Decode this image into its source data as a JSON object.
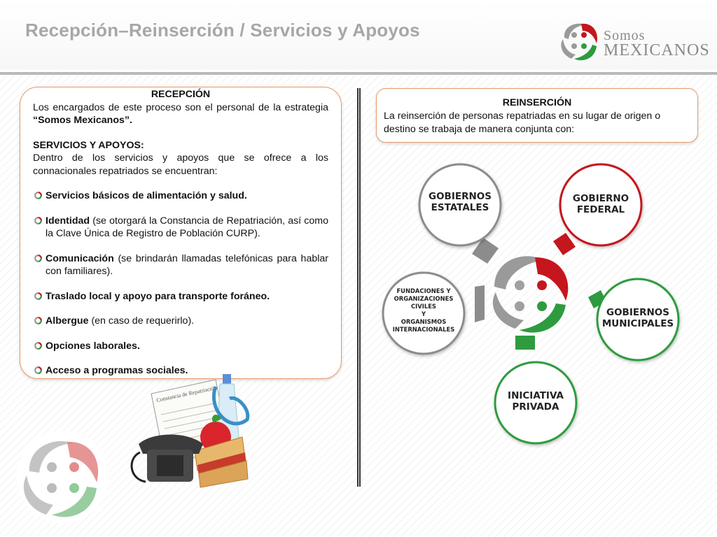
{
  "header": {
    "title": "Recepción–Reinserción / Servicios y Apoyos",
    "logo_word1": "Somos",
    "logo_word2": "MEXICANOS"
  },
  "recepcion": {
    "heading": "RECEPCIÓN",
    "intro_plain": "Los encargados de este proceso son el personal de la estrategia ",
    "intro_bold": "“Somos Mexicanos”.",
    "services_heading": "SERVICIOS Y APOYOS:",
    "services_text": "Dentro de los servicios y apoyos que se ofrece a los connacionales repatriados se encuentran:",
    "items": [
      {
        "bold": "Servicios básicos de alimentación y salud.",
        "rest": ""
      },
      {
        "bold": "Identidad",
        "rest": " (se otorgará la Constancia de Repatriación, así como la Clave Única de Registro de Población  CURP)."
      },
      {
        "bold": "Comunicación",
        "rest": " (se brindarán llamadas telefónicas para hablar con familiares)."
      },
      {
        "bold": " Traslado local y apoyo para transporte foráneo.",
        "rest": ""
      },
      {
        "bold": "Albergue",
        "rest": " (en caso de requerirlo)."
      },
      {
        "bold": "Opciones laborales.",
        "rest": ""
      },
      {
        "bold": "Acceso a programas sociales.",
        "rest": ""
      }
    ]
  },
  "reinsercion": {
    "heading": "REINSERCIÓN",
    "text": "La reinserción de personas repatriadas en su lugar de origen o destino se trabaja de manera conjunta con:"
  },
  "diagram": {
    "estatales_1": "GOBIERNOS",
    "estatales_2": "ESTATALES",
    "federal_1": "GOBIERNO",
    "federal_2": "FEDERAL",
    "municipales_1": "GOBIERNOS",
    "municipales_2": "MUNICIPALES",
    "privada_1": "INICIATIVA",
    "privada_2": "PRIVADA",
    "fund_1": "FUNDACIONES Y",
    "fund_2": "ORGANIZACIONES",
    "fund_3": "CIVILES",
    "fund_4": "Y",
    "fund_5": "ORGANISMOS",
    "fund_6": "INTERNACIONALES"
  },
  "illustration": {
    "certificate_title": "Constancia de Repatriación"
  },
  "colors": {
    "accent_orange": "#e59a6b",
    "gray": "#8c8c8c",
    "red": "#c4161c",
    "green": "#2e9b3f"
  }
}
